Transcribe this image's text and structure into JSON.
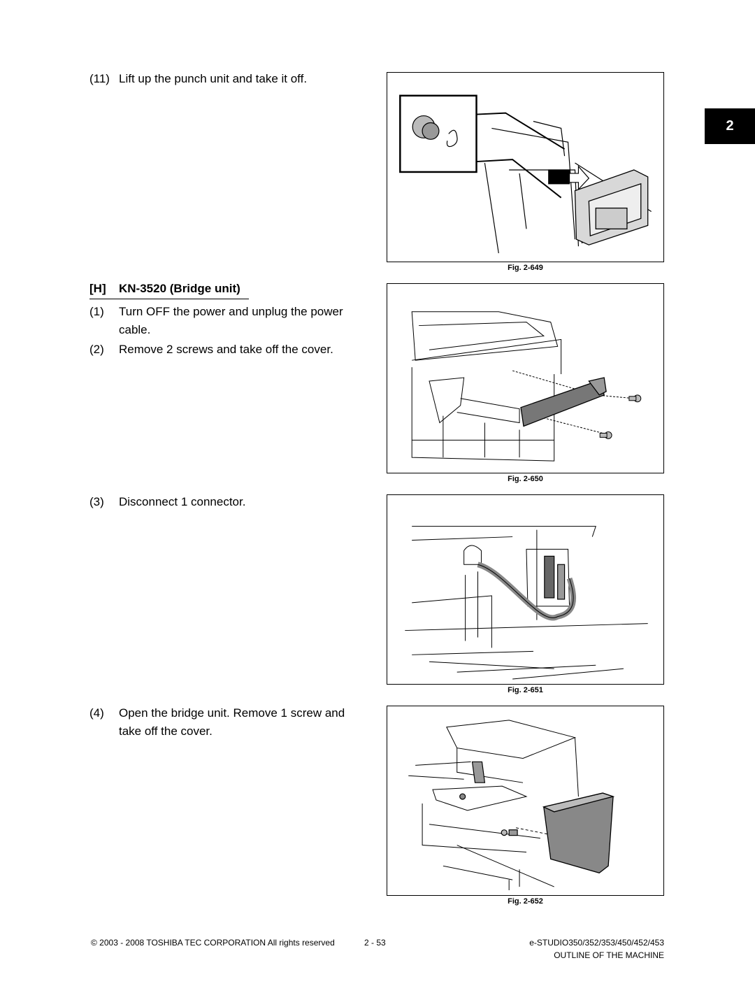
{
  "section_tab": "2",
  "steps_top": [
    {
      "num": "(11)",
      "text": "Lift up the punch unit and take it off."
    }
  ],
  "heading": {
    "letter": "[H]",
    "title": "KN-3520 (Bridge unit)"
  },
  "steps_h": [
    {
      "num": "(1)",
      "line1": "Turn OFF the power and unplug the power",
      "line2": "cable."
    },
    {
      "num": "(2)",
      "text": "Remove 2 screws and take off the cover."
    },
    {
      "num": "(3)",
      "text": "Disconnect 1 connector."
    },
    {
      "num": "(4)",
      "line1": "Open the bridge unit. Remove 1 screw and",
      "line2": "take off the cover."
    }
  ],
  "figures": [
    {
      "caption": "Fig. 2-649"
    },
    {
      "caption": "Fig. 2-650"
    },
    {
      "caption": "Fig. 2-651"
    },
    {
      "caption": "Fig. 2-652"
    }
  ],
  "footer": {
    "copyright": "© 2003 - 2008 TOSHIBA TEC CORPORATION All rights reserved",
    "page": "2 - 53",
    "model": "e-STUDIO350/352/353/450/452/453",
    "section": "OUTLINE OF THE MACHINE"
  }
}
